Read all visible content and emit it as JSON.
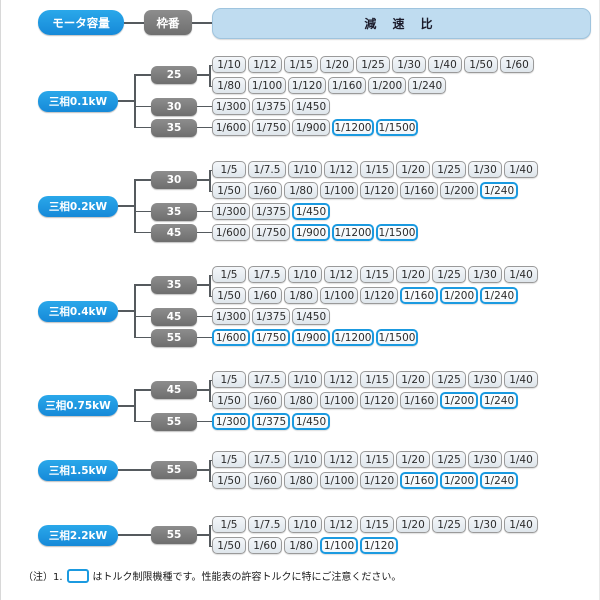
{
  "header": {
    "motor_capacity_label": "モータ容量",
    "frame_no_label": "枠番",
    "ratio_label": "減 速 比"
  },
  "colors": {
    "accent_blue": "#1b9ae0",
    "capacity_blue": "#1689d8",
    "frame_gray": "#6f6f6f",
    "ratio_header_bg": "#bfdcf0",
    "chip_bg": "#dfe6ec",
    "chip_border": "#9a9a9a",
    "line": "#555a5e"
  },
  "footnote": {
    "prefix": "（注）1.",
    "text": "はトルク制限機種です。性能表の許容トルクに特にご注意ください。",
    "swatch_name": "torque-limited-swatch"
  },
  "legend": {
    "highlight_meaning": "トルク制限機種"
  },
  "sections": [
    {
      "capacity": "三相0.1kW",
      "frames": [
        {
          "frame": "25",
          "rows": [
            [
              {
                "v": "1/10",
                "hl": false
              },
              {
                "v": "1/12",
                "hl": false
              },
              {
                "v": "1/15",
                "hl": false
              },
              {
                "v": "1/20",
                "hl": false
              },
              {
                "v": "1/25",
                "hl": false
              },
              {
                "v": "1/30",
                "hl": false
              },
              {
                "v": "1/40",
                "hl": false
              },
              {
                "v": "1/50",
                "hl": false
              },
              {
                "v": "1/60",
                "hl": false
              }
            ],
            [
              {
                "v": "1/80",
                "hl": false
              },
              {
                "v": "1/100",
                "hl": false
              },
              {
                "v": "1/120",
                "hl": false
              },
              {
                "v": "1/160",
                "hl": false
              },
              {
                "v": "1/200",
                "hl": false
              },
              {
                "v": "1/240",
                "hl": false
              }
            ]
          ]
        },
        {
          "frame": "30",
          "rows": [
            [
              {
                "v": "1/300",
                "hl": false
              },
              {
                "v": "1/375",
                "hl": false
              },
              {
                "v": "1/450",
                "hl": false
              }
            ]
          ]
        },
        {
          "frame": "35",
          "rows": [
            [
              {
                "v": "1/600",
                "hl": false
              },
              {
                "v": "1/750",
                "hl": false
              },
              {
                "v": "1/900",
                "hl": false
              },
              {
                "v": "1/1200",
                "hl": true
              },
              {
                "v": "1/1500",
                "hl": true
              }
            ]
          ]
        }
      ]
    },
    {
      "capacity": "三相0.2kW",
      "frames": [
        {
          "frame": "30",
          "rows": [
            [
              {
                "v": "1/5",
                "hl": false
              },
              {
                "v": "1/7.5",
                "hl": false
              },
              {
                "v": "1/10",
                "hl": false
              },
              {
                "v": "1/12",
                "hl": false
              },
              {
                "v": "1/15",
                "hl": false
              },
              {
                "v": "1/20",
                "hl": false
              },
              {
                "v": "1/25",
                "hl": false
              },
              {
                "v": "1/30",
                "hl": false
              },
              {
                "v": "1/40",
                "hl": false
              }
            ],
            [
              {
                "v": "1/50",
                "hl": false
              },
              {
                "v": "1/60",
                "hl": false
              },
              {
                "v": "1/80",
                "hl": false
              },
              {
                "v": "1/100",
                "hl": false
              },
              {
                "v": "1/120",
                "hl": false
              },
              {
                "v": "1/160",
                "hl": false
              },
              {
                "v": "1/200",
                "hl": false
              },
              {
                "v": "1/240",
                "hl": true
              }
            ]
          ]
        },
        {
          "frame": "35",
          "rows": [
            [
              {
                "v": "1/300",
                "hl": false
              },
              {
                "v": "1/375",
                "hl": false
              },
              {
                "v": "1/450",
                "hl": true
              }
            ]
          ]
        },
        {
          "frame": "45",
          "rows": [
            [
              {
                "v": "1/600",
                "hl": false
              },
              {
                "v": "1/750",
                "hl": false
              },
              {
                "v": "1/900",
                "hl": true
              },
              {
                "v": "1/1200",
                "hl": true
              },
              {
                "v": "1/1500",
                "hl": true
              }
            ]
          ]
        }
      ]
    },
    {
      "capacity": "三相0.4kW",
      "frames": [
        {
          "frame": "35",
          "rows": [
            [
              {
                "v": "1/5",
                "hl": false
              },
              {
                "v": "1/7.5",
                "hl": false
              },
              {
                "v": "1/10",
                "hl": false
              },
              {
                "v": "1/12",
                "hl": false
              },
              {
                "v": "1/15",
                "hl": false
              },
              {
                "v": "1/20",
                "hl": false
              },
              {
                "v": "1/25",
                "hl": false
              },
              {
                "v": "1/30",
                "hl": false
              },
              {
                "v": "1/40",
                "hl": false
              }
            ],
            [
              {
                "v": "1/50",
                "hl": false
              },
              {
                "v": "1/60",
                "hl": false
              },
              {
                "v": "1/80",
                "hl": false
              },
              {
                "v": "1/100",
                "hl": false
              },
              {
                "v": "1/120",
                "hl": false
              },
              {
                "v": "1/160",
                "hl": true
              },
              {
                "v": "1/200",
                "hl": true
              },
              {
                "v": "1/240",
                "hl": true
              }
            ]
          ]
        },
        {
          "frame": "45",
          "rows": [
            [
              {
                "v": "1/300",
                "hl": false
              },
              {
                "v": "1/375",
                "hl": false
              },
              {
                "v": "1/450",
                "hl": false
              }
            ]
          ]
        },
        {
          "frame": "55",
          "rows": [
            [
              {
                "v": "1/600",
                "hl": true
              },
              {
                "v": "1/750",
                "hl": true
              },
              {
                "v": "1/900",
                "hl": true
              },
              {
                "v": "1/1200",
                "hl": true
              },
              {
                "v": "1/1500",
                "hl": true
              }
            ]
          ]
        }
      ]
    },
    {
      "capacity": "三相0.75kW",
      "frames": [
        {
          "frame": "45",
          "rows": [
            [
              {
                "v": "1/5",
                "hl": false
              },
              {
                "v": "1/7.5",
                "hl": false
              },
              {
                "v": "1/10",
                "hl": false
              },
              {
                "v": "1/12",
                "hl": false
              },
              {
                "v": "1/15",
                "hl": false
              },
              {
                "v": "1/20",
                "hl": false
              },
              {
                "v": "1/25",
                "hl": false
              },
              {
                "v": "1/30",
                "hl": false
              },
              {
                "v": "1/40",
                "hl": false
              }
            ],
            [
              {
                "v": "1/50",
                "hl": false
              },
              {
                "v": "1/60",
                "hl": false
              },
              {
                "v": "1/80",
                "hl": false
              },
              {
                "v": "1/100",
                "hl": false
              },
              {
                "v": "1/120",
                "hl": false
              },
              {
                "v": "1/160",
                "hl": false
              },
              {
                "v": "1/200",
                "hl": true
              },
              {
                "v": "1/240",
                "hl": true
              }
            ]
          ]
        },
        {
          "frame": "55",
          "rows": [
            [
              {
                "v": "1/300",
                "hl": true
              },
              {
                "v": "1/375",
                "hl": true
              },
              {
                "v": "1/450",
                "hl": true
              }
            ]
          ]
        }
      ]
    },
    {
      "capacity": "三相1.5kW",
      "frames": [
        {
          "frame": "55",
          "rows": [
            [
              {
                "v": "1/5",
                "hl": false
              },
              {
                "v": "1/7.5",
                "hl": false
              },
              {
                "v": "1/10",
                "hl": false
              },
              {
                "v": "1/12",
                "hl": false
              },
              {
                "v": "1/15",
                "hl": false
              },
              {
                "v": "1/20",
                "hl": false
              },
              {
                "v": "1/25",
                "hl": false
              },
              {
                "v": "1/30",
                "hl": false
              },
              {
                "v": "1/40",
                "hl": false
              }
            ],
            [
              {
                "v": "1/50",
                "hl": false
              },
              {
                "v": "1/60",
                "hl": false
              },
              {
                "v": "1/80",
                "hl": false
              },
              {
                "v": "1/100",
                "hl": false
              },
              {
                "v": "1/120",
                "hl": false
              },
              {
                "v": "1/160",
                "hl": true
              },
              {
                "v": "1/200",
                "hl": true
              },
              {
                "v": "1/240",
                "hl": true
              }
            ]
          ]
        }
      ]
    },
    {
      "capacity": "三相2.2kW",
      "frames": [
        {
          "frame": "55",
          "rows": [
            [
              {
                "v": "1/5",
                "hl": false
              },
              {
                "v": "1/7.5",
                "hl": false
              },
              {
                "v": "1/10",
                "hl": false
              },
              {
                "v": "1/12",
                "hl": false
              },
              {
                "v": "1/15",
                "hl": false
              },
              {
                "v": "1/20",
                "hl": false
              },
              {
                "v": "1/25",
                "hl": false
              },
              {
                "v": "1/30",
                "hl": false
              },
              {
                "v": "1/40",
                "hl": false
              }
            ],
            [
              {
                "v": "1/50",
                "hl": false
              },
              {
                "v": "1/60",
                "hl": false
              },
              {
                "v": "1/80",
                "hl": false
              },
              {
                "v": "1/100",
                "hl": true
              },
              {
                "v": "1/120",
                "hl": true
              }
            ]
          ]
        }
      ]
    }
  ]
}
